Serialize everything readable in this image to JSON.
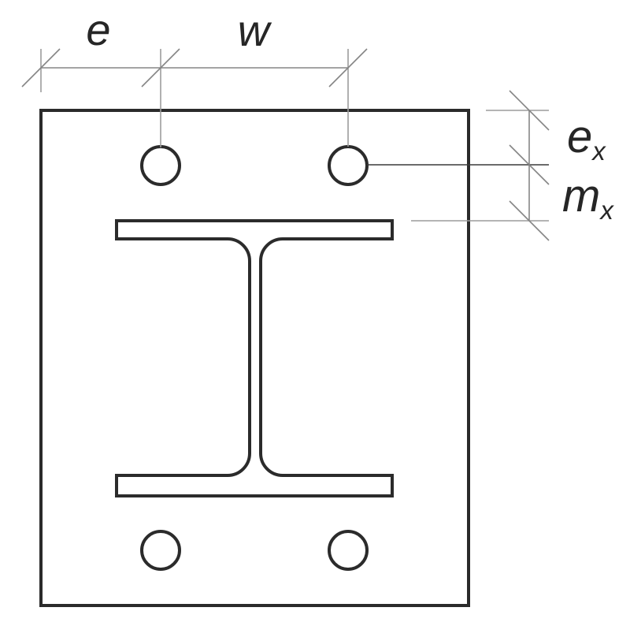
{
  "figure": {
    "kind": "technical-drawing",
    "labels": {
      "top_dim_1": "e",
      "top_dim_2": "w",
      "right_dim_1_base": "e",
      "right_dim_1_sub": "x",
      "right_dim_2_base": "m",
      "right_dim_2_sub": "x"
    },
    "colors": {
      "background": "#ffffff",
      "outline": "#2b2b2b",
      "dim_gray": "#858585",
      "ext_light": "#9c9c9c",
      "leader_dark": "#3a3a3a",
      "label_text": "#262626"
    }
  }
}
